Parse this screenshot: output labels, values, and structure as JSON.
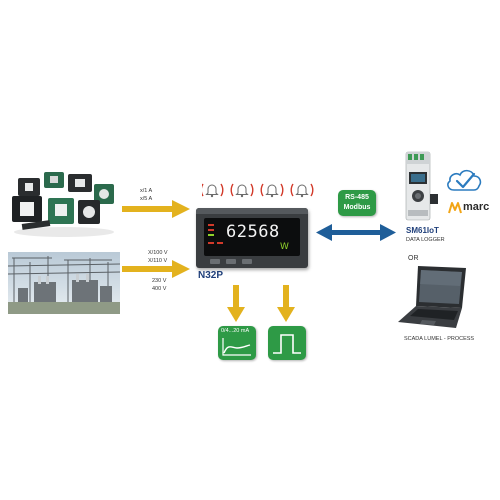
{
  "colors": {
    "arrow_gold": "#e3b21e",
    "arrow_blue": "#1f5e99",
    "badge_green": "#2e9a46",
    "display_green": "#8fd12b",
    "alarm_red": "#d23a2a",
    "label_blue": "#1f3f7a",
    "marc_orange": "#f2a516"
  },
  "inputs": {
    "current_label_1": "x/1 A",
    "current_label_2": "x/5 A",
    "voltage_label_1": "X/100 V",
    "voltage_label_2": "X/110 V",
    "voltage_label_3": "230 V",
    "voltage_label_4": "400 V"
  },
  "meter": {
    "model": "N32P",
    "reading": "62568",
    "unit": "W"
  },
  "bus": {
    "line1": "RS-485",
    "line2": "Modbus"
  },
  "outputs": {
    "analog_label": "0/4...20 mA"
  },
  "logger": {
    "model": "SM61IoT",
    "caption": "DATA LOGGER",
    "brand": "marc"
  },
  "or_text": "OR",
  "scada_caption": "SCADA  LUMEL - PROCESS",
  "icons": [
    "alarm-bell-icon",
    "cloud-check-icon",
    "analog-output-icon",
    "pulse-output-icon",
    "marc-logo-icon"
  ]
}
